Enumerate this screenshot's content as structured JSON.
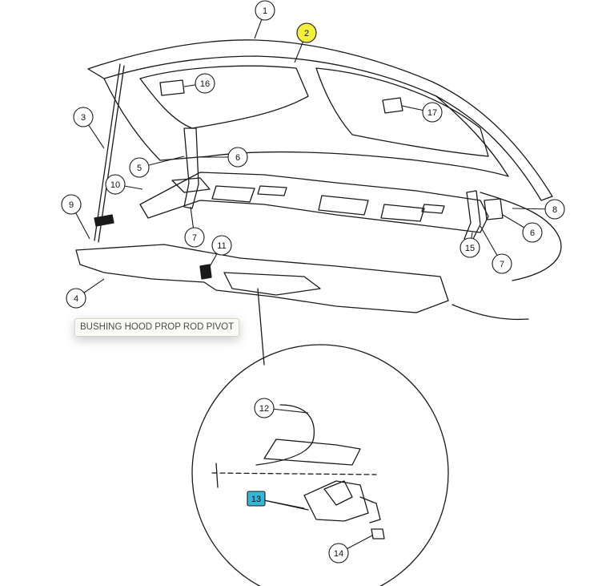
{
  "tooltip": {
    "text": "BUSHING HOOD PROP ROD PIVOT"
  },
  "callouts": [
    {
      "id": "c1",
      "label": "1"
    },
    {
      "id": "c2",
      "label": "2",
      "highlight": "#f4ef3a"
    },
    {
      "id": "c3",
      "label": "3"
    },
    {
      "id": "c4",
      "label": "4"
    },
    {
      "id": "c5",
      "label": "5"
    },
    {
      "id": "c6a",
      "label": "6"
    },
    {
      "id": "c6b",
      "label": "6"
    },
    {
      "id": "c7a",
      "label": "7"
    },
    {
      "id": "c7b",
      "label": "7"
    },
    {
      "id": "c8",
      "label": "8"
    },
    {
      "id": "c9",
      "label": "9"
    },
    {
      "id": "c10",
      "label": "10"
    },
    {
      "id": "c11",
      "label": "11"
    },
    {
      "id": "c12",
      "label": "12"
    },
    {
      "id": "c13",
      "label": "13",
      "highlight": "#36b7d8"
    },
    {
      "id": "c14",
      "label": "14"
    },
    {
      "id": "c15",
      "label": "15"
    },
    {
      "id": "c16",
      "label": "16"
    },
    {
      "id": "c17",
      "label": "17"
    }
  ],
  "colors": {
    "line": "#1a1a1a",
    "background": "#ffffff"
  }
}
